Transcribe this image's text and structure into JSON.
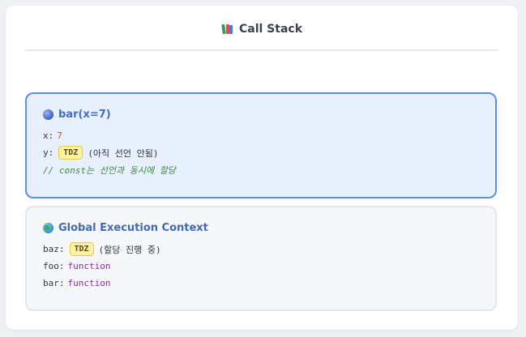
{
  "header": {
    "icon": "books-icon",
    "title": "Call Stack"
  },
  "frames": [
    {
      "icon": "ball-icon",
      "title": "bar(x=7)",
      "vars": [
        {
          "name": "x:",
          "value": "7"
        },
        {
          "name": "y:",
          "badge": "TDZ",
          "note": "(아직 선언 안됨)"
        }
      ],
      "comment": "// const는 선언과 동시에 할당"
    },
    {
      "icon": "globe-icon",
      "title": "Global Execution Context",
      "vars": [
        {
          "name": "baz:",
          "badge": "TDZ",
          "note": "(할당 진행 중)"
        },
        {
          "name": "foo:",
          "value": "function"
        },
        {
          "name": "bar:",
          "value": "function"
        }
      ]
    }
  ],
  "colors": {
    "active_frame_bg": "#e8f0fd",
    "active_frame_border": "#5b8fe0",
    "title_blue": "#3f6fc5",
    "tdz_badge_bg": "#fdf1a6",
    "number": "#c0502f",
    "function": "#8a2aa8",
    "comment": "#3f8a3f"
  }
}
